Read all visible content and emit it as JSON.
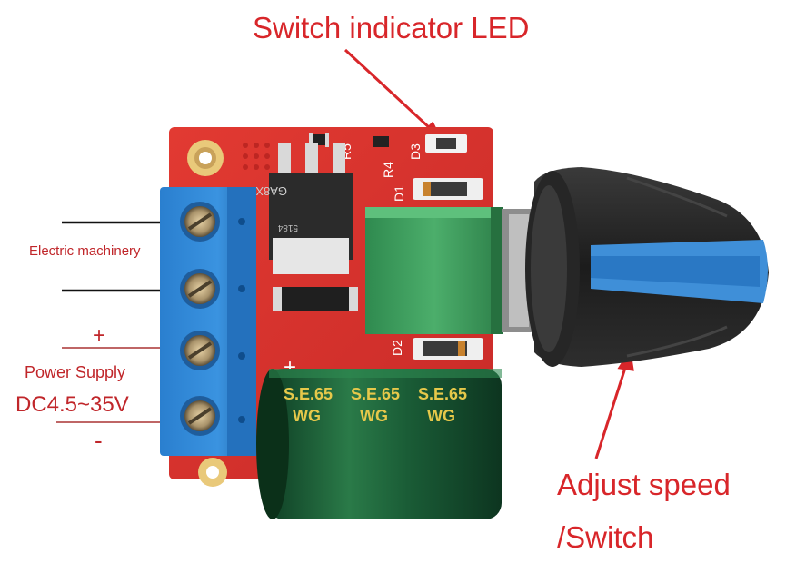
{
  "labels": {
    "switch_led": "Switch indicator LED",
    "adjust_line1": "Adjust speed",
    "adjust_line2": "/Switch",
    "electric_machinery": "Electric machinery",
    "plus": "+",
    "power_supply": "Power Supply",
    "voltage": "DC4.5~35V",
    "minus": "-"
  },
  "silkscreen": {
    "r5": "R5",
    "r4": "R4",
    "d3": "D3",
    "d1": "D1",
    "d2": "D2",
    "chip_top": "GA8X15",
    "chip_bottom": "5184",
    "cap_text": "S.E.65",
    "cap_text2": "WG",
    "plus_mark": "+"
  },
  "colors": {
    "annotation": "#d8262a",
    "pcb": "#d8302c",
    "terminal": "#2f86d6",
    "capacitor": "#1c5a36",
    "pot": "#3b9a59",
    "knob": "#2b2b2b",
    "knob_grip": "#3f8fd8"
  }
}
